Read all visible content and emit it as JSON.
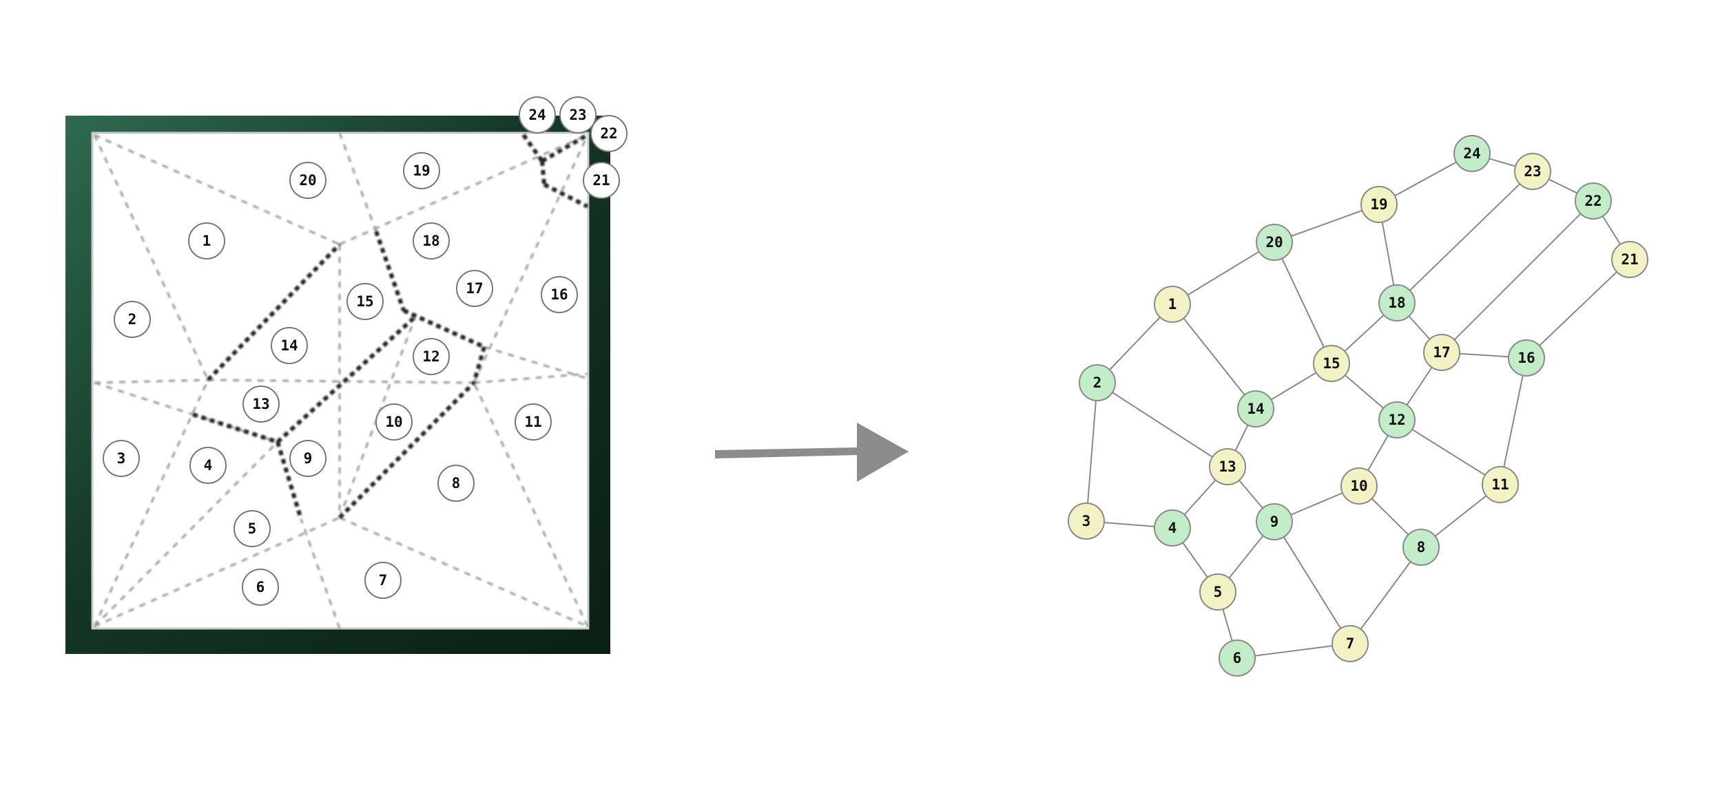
{
  "colors": {
    "frame_dark": "#0f2a1c",
    "frame_green": "#2f6a4f",
    "paper": "#ffffff",
    "valley_fold": "#999999",
    "mountain_fold": "#222222",
    "arrow": "#8c8c8c",
    "node_green": "#c3ecc8",
    "node_yellow": "#f2f2c4",
    "node_stroke": "#8a8a8a",
    "edge": "#888888"
  },
  "crease_pattern": {
    "regions": [
      {
        "label": "1"
      },
      {
        "label": "2"
      },
      {
        "label": "3"
      },
      {
        "label": "4"
      },
      {
        "label": "5"
      },
      {
        "label": "6"
      },
      {
        "label": "7"
      },
      {
        "label": "8"
      },
      {
        "label": "9"
      },
      {
        "label": "10"
      },
      {
        "label": "11"
      },
      {
        "label": "12"
      },
      {
        "label": "13"
      },
      {
        "label": "14"
      },
      {
        "label": "15"
      },
      {
        "label": "16"
      },
      {
        "label": "17"
      },
      {
        "label": "18"
      },
      {
        "label": "19"
      },
      {
        "label": "20"
      },
      {
        "label": "21"
      },
      {
        "label": "22"
      },
      {
        "label": "23"
      },
      {
        "label": "24"
      }
    ]
  },
  "graph": {
    "nodes": [
      {
        "label": "1",
        "color": "yellow"
      },
      {
        "label": "2",
        "color": "green"
      },
      {
        "label": "3",
        "color": "yellow"
      },
      {
        "label": "4",
        "color": "green"
      },
      {
        "label": "5",
        "color": "yellow"
      },
      {
        "label": "6",
        "color": "green"
      },
      {
        "label": "7",
        "color": "yellow"
      },
      {
        "label": "8",
        "color": "green"
      },
      {
        "label": "9",
        "color": "green"
      },
      {
        "label": "10",
        "color": "yellow"
      },
      {
        "label": "11",
        "color": "yellow"
      },
      {
        "label": "12",
        "color": "green"
      },
      {
        "label": "13",
        "color": "yellow"
      },
      {
        "label": "14",
        "color": "green"
      },
      {
        "label": "15",
        "color": "yellow"
      },
      {
        "label": "16",
        "color": "green"
      },
      {
        "label": "17",
        "color": "yellow"
      },
      {
        "label": "18",
        "color": "green"
      },
      {
        "label": "19",
        "color": "yellow"
      },
      {
        "label": "20",
        "color": "green"
      },
      {
        "label": "21",
        "color": "yellow"
      },
      {
        "label": "22",
        "color": "green"
      },
      {
        "label": "23",
        "color": "yellow"
      },
      {
        "label": "24",
        "color": "green"
      }
    ],
    "edges": [
      [
        "1",
        "2"
      ],
      [
        "1",
        "20"
      ],
      [
        "1",
        "14"
      ],
      [
        "2",
        "3"
      ],
      [
        "2",
        "13"
      ],
      [
        "3",
        "4"
      ],
      [
        "4",
        "13"
      ],
      [
        "4",
        "5"
      ],
      [
        "5",
        "9"
      ],
      [
        "5",
        "6"
      ],
      [
        "6",
        "7"
      ],
      [
        "7",
        "9"
      ],
      [
        "7",
        "8"
      ],
      [
        "8",
        "10"
      ],
      [
        "8",
        "11"
      ],
      [
        "9",
        "13"
      ],
      [
        "9",
        "10"
      ],
      [
        "10",
        "12"
      ],
      [
        "11",
        "12"
      ],
      [
        "11",
        "16"
      ],
      [
        "12",
        "15"
      ],
      [
        "12",
        "17"
      ],
      [
        "13",
        "14"
      ],
      [
        "14",
        "15"
      ],
      [
        "15",
        "20"
      ],
      [
        "15",
        "18"
      ],
      [
        "16",
        "17"
      ],
      [
        "16",
        "21"
      ],
      [
        "17",
        "18"
      ],
      [
        "17",
        "22"
      ],
      [
        "18",
        "19"
      ],
      [
        "18",
        "23"
      ],
      [
        "19",
        "20"
      ],
      [
        "19",
        "24"
      ],
      [
        "21",
        "22"
      ],
      [
        "22",
        "23"
      ],
      [
        "23",
        "24"
      ]
    ]
  }
}
